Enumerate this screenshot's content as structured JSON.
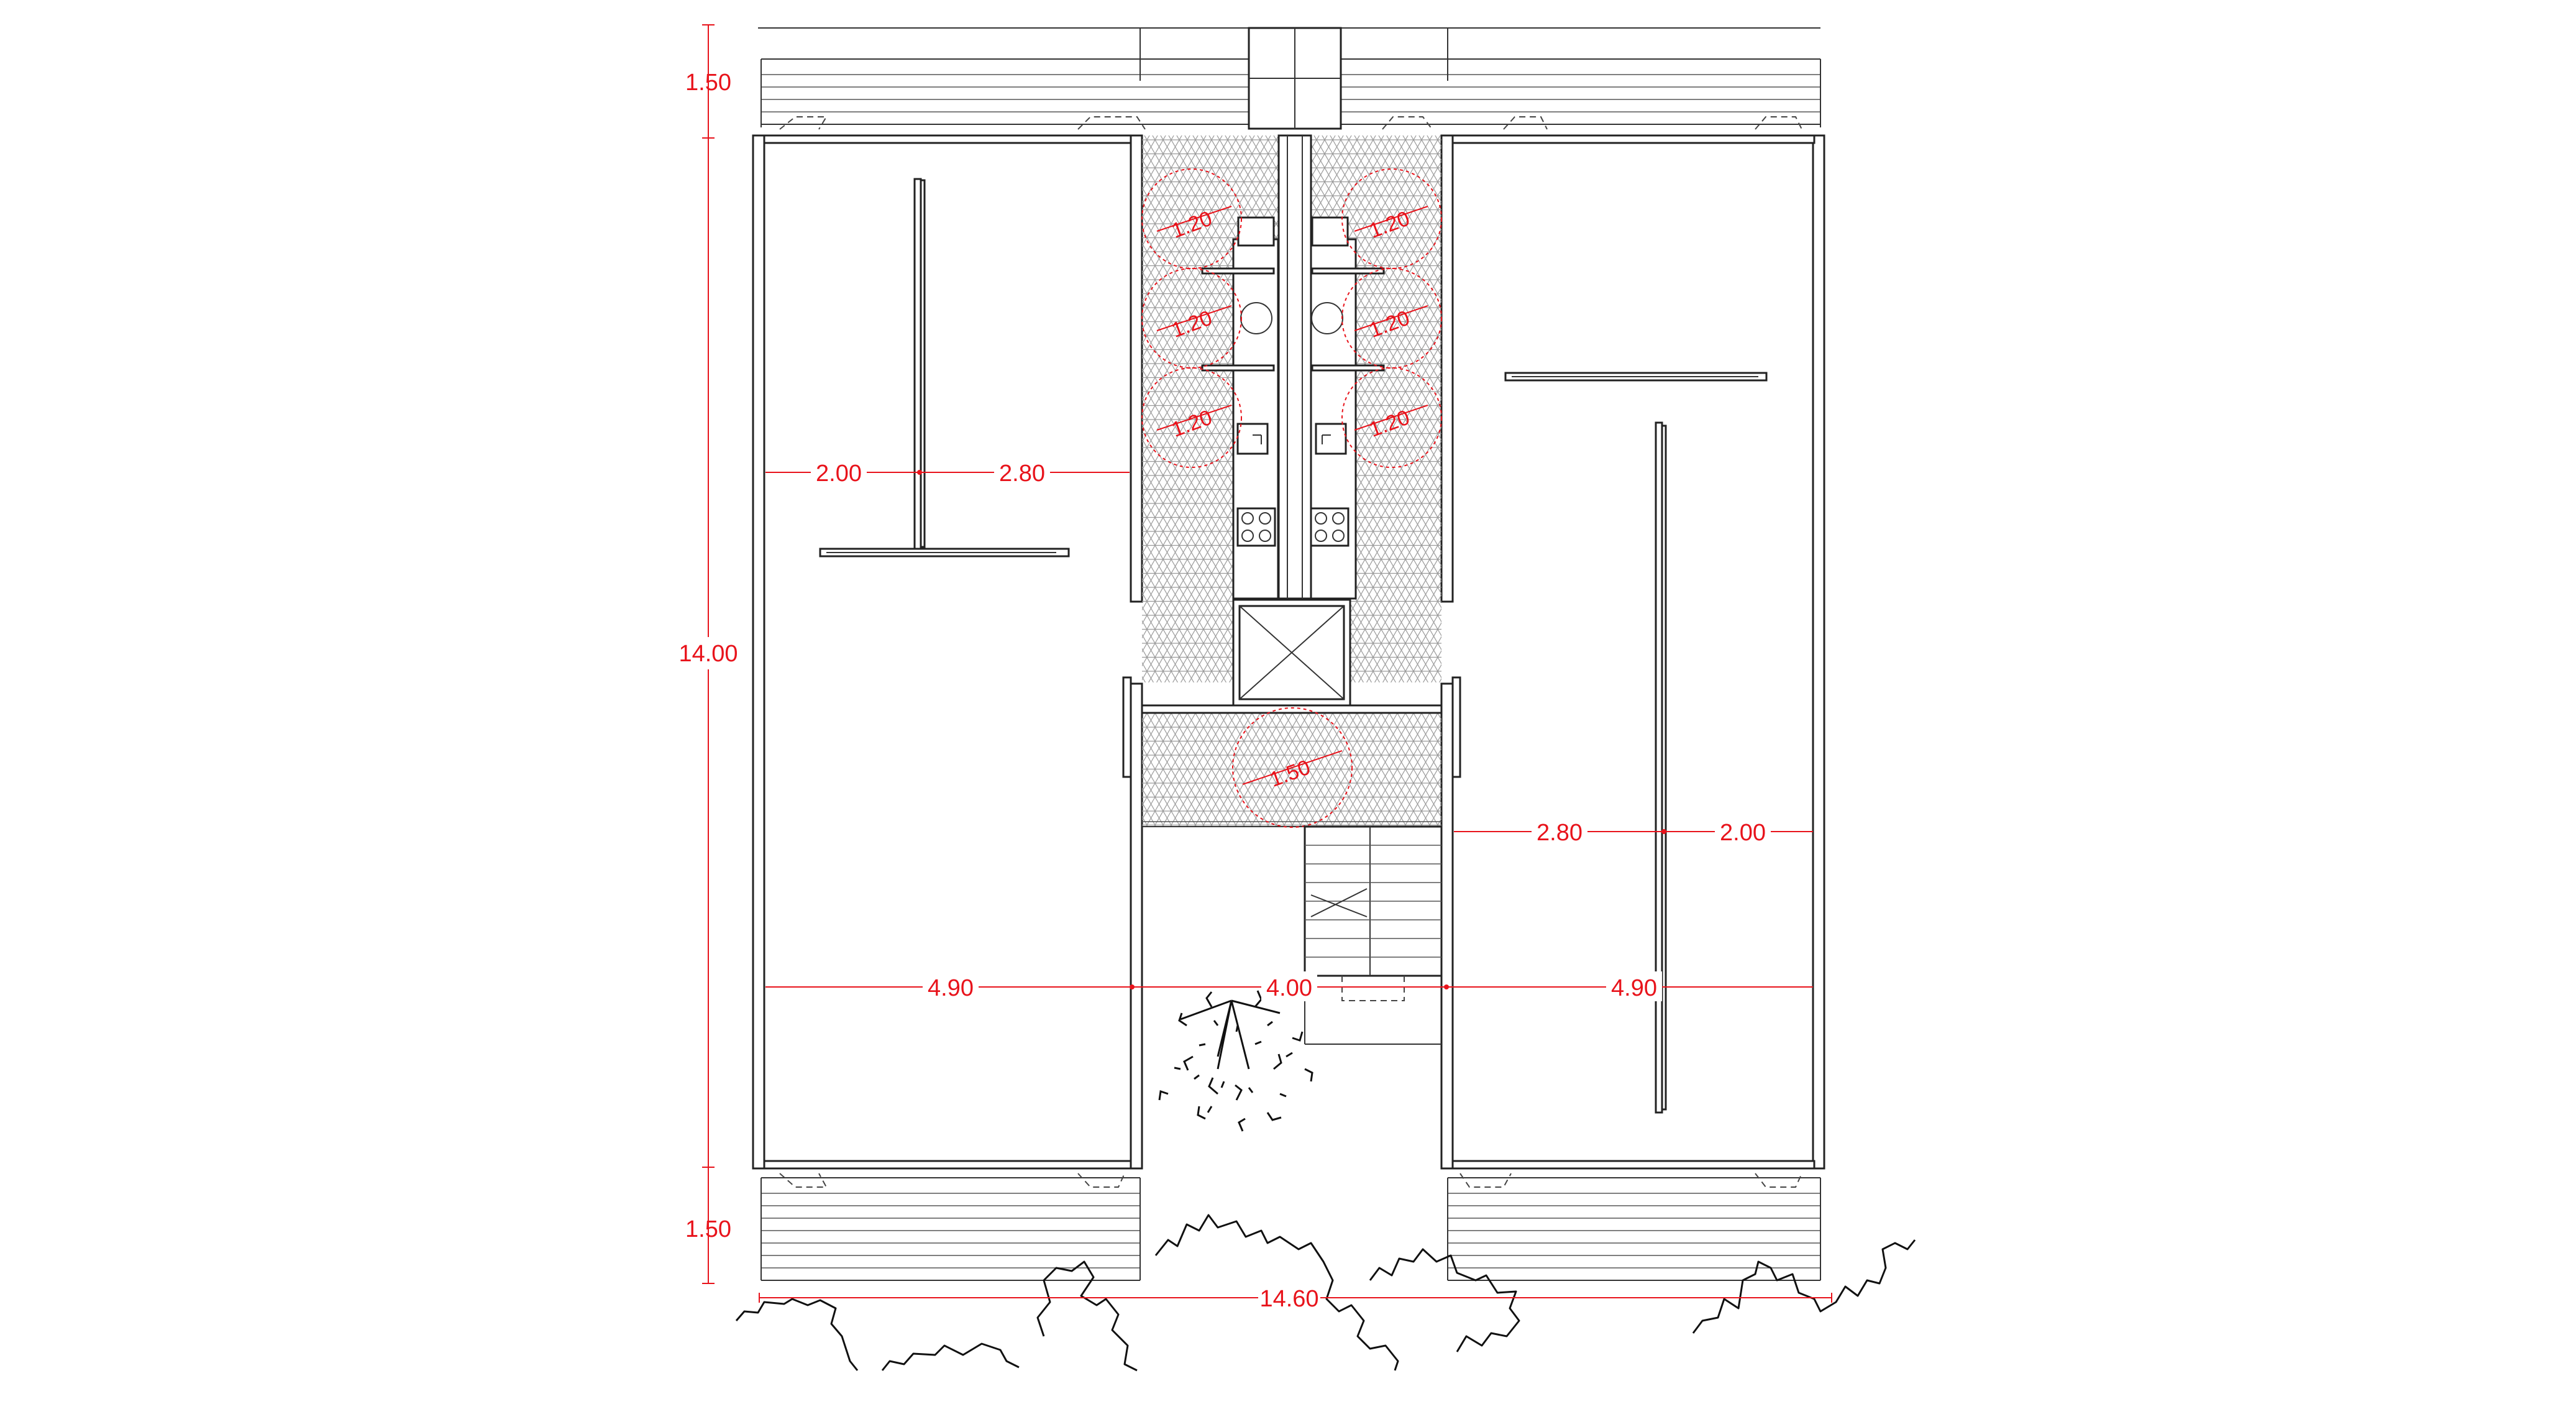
{
  "dimensions": {
    "balcony_top_depth": "1.50",
    "total_depth": "14.00",
    "balcony_bottom_depth": "1.50",
    "total_width": "14.60",
    "left_room_a": "2.00",
    "left_room_b": "2.80",
    "right_room_a": "2.80",
    "right_room_b": "2.00",
    "left_unit_width": "4.90",
    "core_width": "4.00",
    "right_unit_width": "4.90",
    "turning_circles": [
      "1.20",
      "1.20",
      "1.20",
      "1.20",
      "1.20",
      "1.20"
    ],
    "lobby_circle": "1.50"
  },
  "colors": {
    "dimension": "#e8131b",
    "lines": "#222222",
    "hatch": "#9a9a9a"
  }
}
